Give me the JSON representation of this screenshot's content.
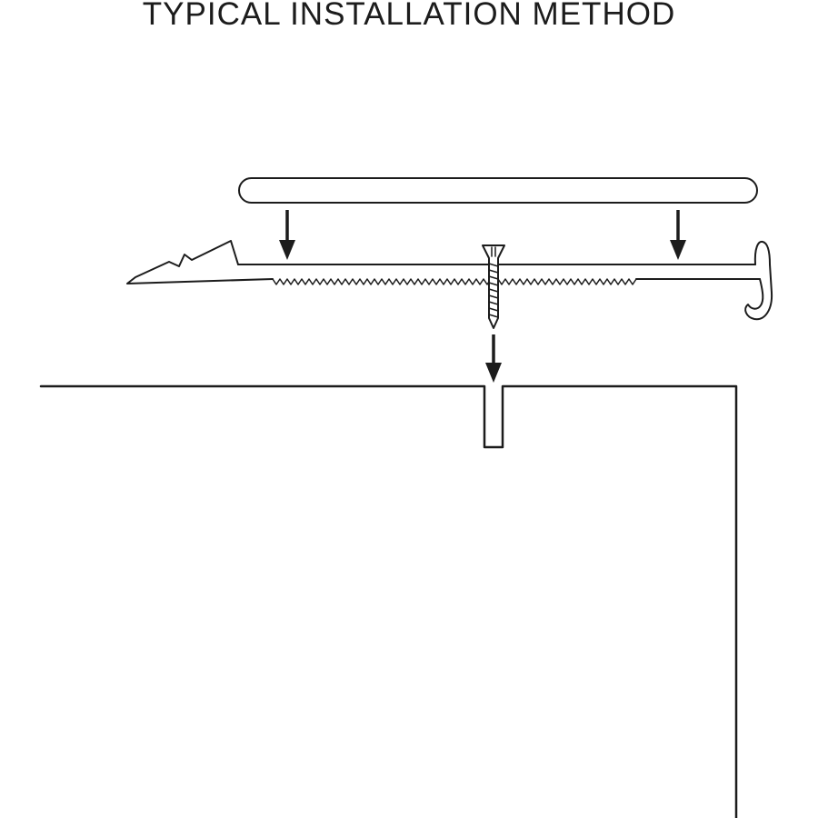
{
  "title": "TYPICAL INSTALLATION METHOD",
  "colors": {
    "line": "#1c1c1c",
    "background": "#ffffff"
  },
  "diagram": {
    "type": "technical-line-drawing",
    "parts": [
      "insert-strip",
      "nosing-profile-with-serrated-base",
      "countersunk-screw",
      "substrate-with-slot"
    ]
  }
}
